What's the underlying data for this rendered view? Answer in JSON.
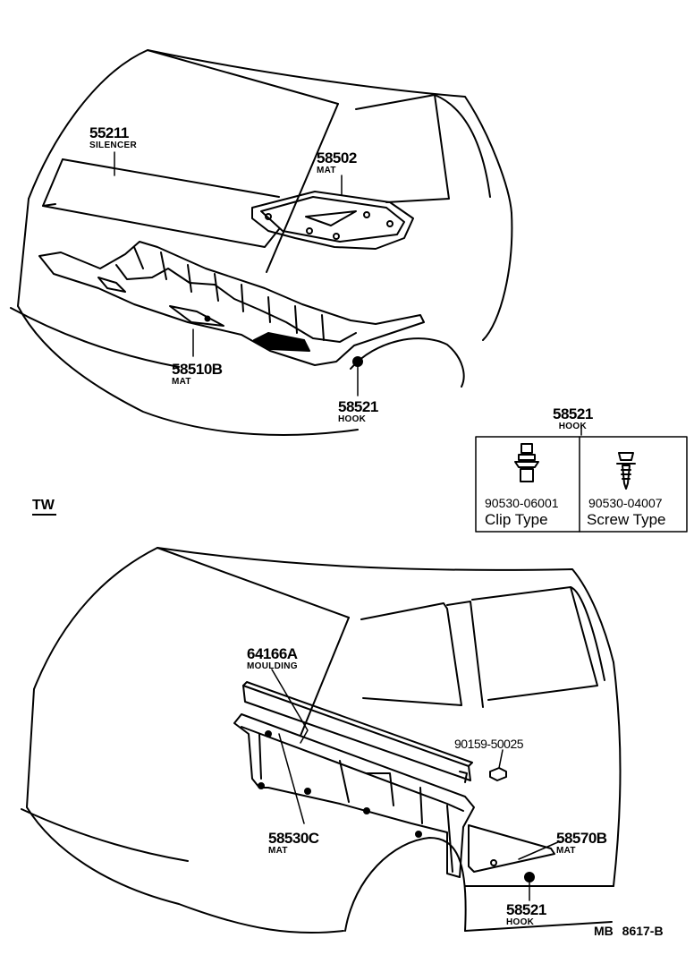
{
  "section_label": "TW",
  "reference": "MB 8617-B",
  "upper_parts": [
    {
      "number": "55211",
      "name": "SILENCER"
    },
    {
      "number": "58502",
      "name": "MAT"
    },
    {
      "number": "58510B",
      "name": "MAT"
    },
    {
      "number": "58521",
      "name": "HOOK"
    }
  ],
  "hook_detail": {
    "number": "58521",
    "name": "HOOK",
    "options": [
      {
        "part_number": "90530-06001",
        "type": "Clip Type"
      },
      {
        "part_number": "90530-04007",
        "type": "Screw Type"
      }
    ]
  },
  "lower_parts": [
    {
      "number": "64166A",
      "name": "MOULDING"
    },
    {
      "number": "90159-50025",
      "name": ""
    },
    {
      "number": "58530C",
      "name": "MAT"
    },
    {
      "number": "58570B",
      "name": "MAT"
    },
    {
      "number": "58521",
      "name": "HOOK"
    }
  ]
}
